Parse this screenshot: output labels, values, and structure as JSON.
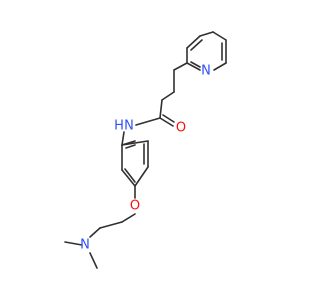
{
  "molecule": {
    "atoms": {
      "pyridine_n": {
        "label": "N",
        "color": "#3050F8"
      },
      "amide_n": {
        "label": "N",
        "color": "#3050F8"
      },
      "amide_h": {
        "label": "H",
        "color": "#3050F8"
      },
      "carbonyl_o": {
        "label": "O",
        "color": "#FF0D0D"
      },
      "ether_o": {
        "label": "O",
        "color": "#FF0D0D"
      },
      "amine_n": {
        "label": "N",
        "color": "#3050F8"
      }
    },
    "bond_color": "#303030",
    "background": "#FFFFFF"
  }
}
